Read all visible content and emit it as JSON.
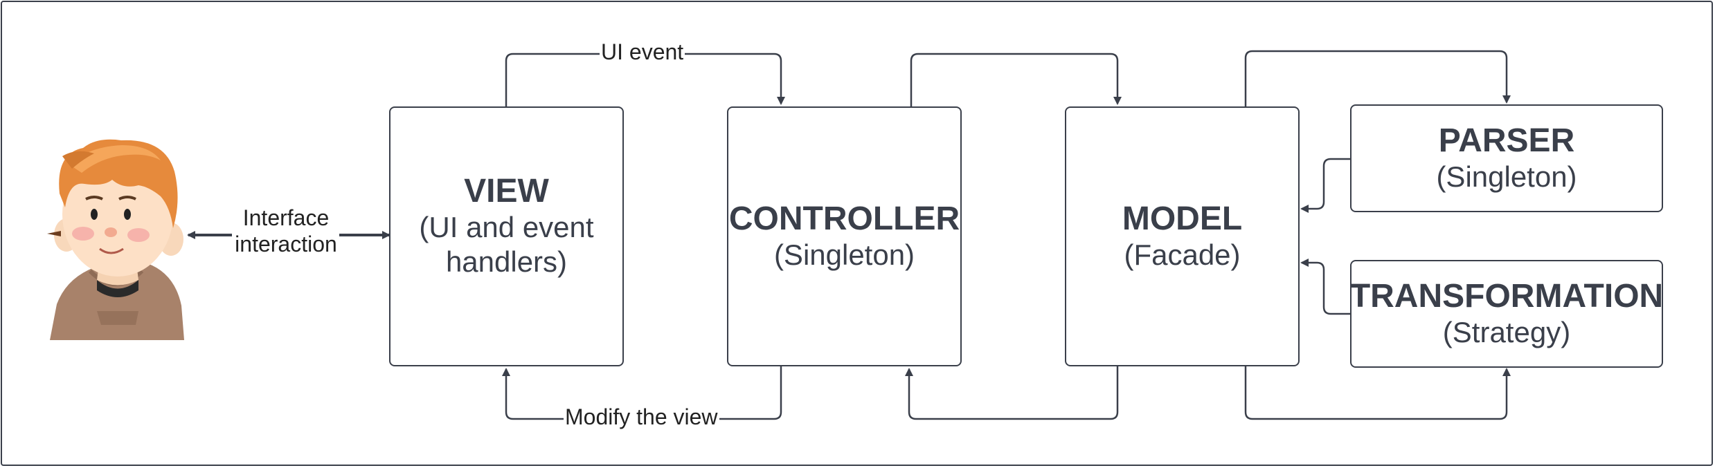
{
  "colors": {
    "stroke": "#3a3f4a",
    "text": "#3a3f4a",
    "background": "#ffffff"
  },
  "user": {
    "icon": "user-avatar-icon"
  },
  "labels": {
    "interface_line1": "Interface",
    "interface_line2": "interaction",
    "ui_event": "UI event",
    "modify_view": "Modify the view"
  },
  "view": {
    "title": "VIEW",
    "sub_line1": "(UI and event",
    "sub_line2": "handlers)"
  },
  "controller": {
    "title": "CONTROLLER",
    "sub": "(Singleton)"
  },
  "model": {
    "title": "MODEL",
    "sub": "(Facade)"
  },
  "parser": {
    "title": "PARSER",
    "sub": "(Singleton)"
  },
  "transformation": {
    "title": "TRANSFORMATION",
    "sub": "(Strategy)"
  }
}
